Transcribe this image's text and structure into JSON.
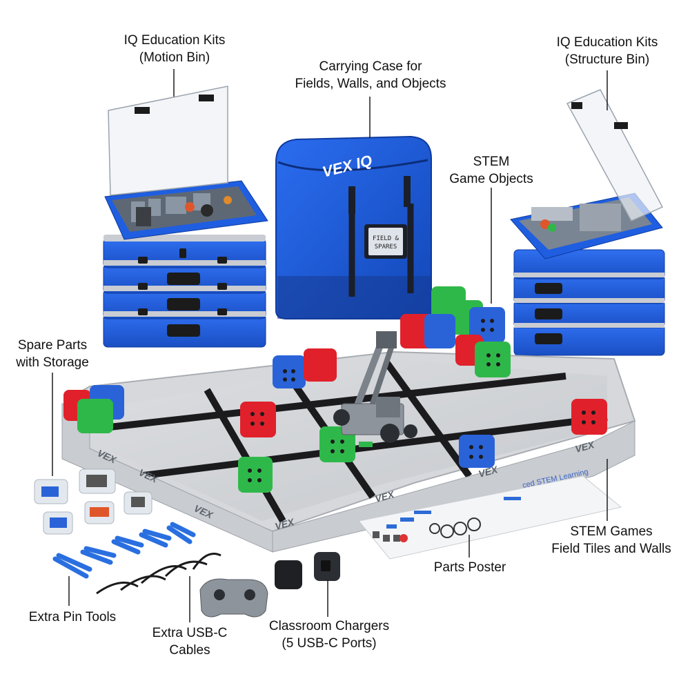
{
  "image_title": "VEX IQ Education Kit contents",
  "colors": {
    "vex_blue": "#1a56d6",
    "vex_blue_dark": "#0e3a9e",
    "cube_red": "#e0212b",
    "cube_green": "#2fb84a",
    "cube_blue": "#2a63d8",
    "tile_gray": "#d3d5d8",
    "grid_line": "#1b1b1d",
    "tool_blue": "#2a6fe0"
  },
  "branding": {
    "bag_logo": "VEX IQ",
    "tag_text": "FIELD & SPARES",
    "wall_logo": "VEX"
  },
  "labels": {
    "motion_bin": [
      "IQ Education Kits",
      "(Motion Bin)"
    ],
    "carrying_case": [
      "Carrying Case for",
      "Fields, Walls, and Objects"
    ],
    "structure_bin": [
      "IQ Education Kits",
      "(Structure Bin)"
    ],
    "game_objects": [
      "STEM",
      "Game Objects"
    ],
    "spare_parts": [
      "Spare Parts",
      "with Storage"
    ],
    "field_tiles": [
      "STEM Games",
      "Field Tiles and Walls"
    ],
    "parts_poster": [
      "Parts Poster"
    ],
    "pin_tools": [
      "Extra Pin Tools"
    ],
    "usb_cables": [
      "Extra USB-C",
      "Cables"
    ],
    "chargers": [
      "Classroom Chargers",
      "(5 USB-C Ports)"
    ]
  },
  "poster_text": "ced STEM Learning"
}
